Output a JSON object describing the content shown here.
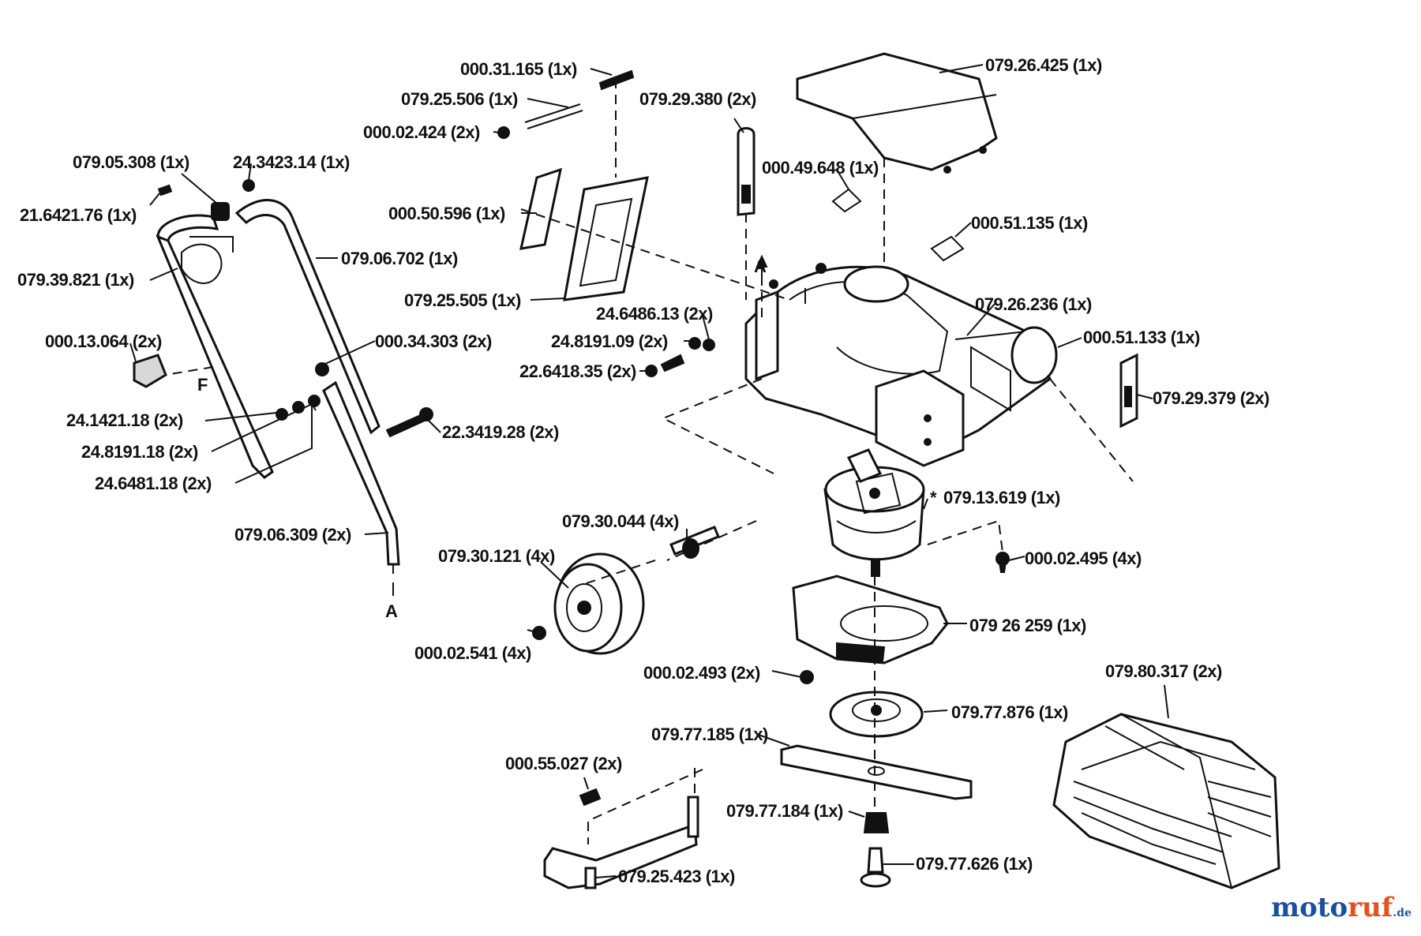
{
  "labels": {
    "p_000_31_165": "000.31.165 (1x)",
    "p_079_25_506": "079.25.506 (1x)",
    "p_000_02_424": "000.02.424 (2x)",
    "p_079_29_380": "079.29.380 (2x)",
    "p_079_26_425": "079.26.425 (1x)",
    "p_079_05_308": "079.05.308 (1x)",
    "p_24_3423_14": "24.3423.14 (1x)",
    "p_21_6421_76": "21.6421.76 (1x)",
    "p_000_49_648": "000.49.648 (1x)",
    "p_000_50_596": "000.50.596 (1x)",
    "p_000_51_135": "000.51.135 (1x)",
    "p_079_06_702": "079.06.702 (1x)",
    "p_079_39_821": "079.39.821 (1x)",
    "p_079_25_505": "079.25.505 (1x)",
    "p_079_26_236": "079.26.236 (1x)",
    "p_24_6486_13": "24.6486.13 (2x)",
    "p_000_51_133": "000.51.133 (1x)",
    "p_000_13_064": "000.13.064 (2x)",
    "p_000_34_303": "000.34.303 (2x)",
    "p_24_8191_09": "24.8191.09 (2x)",
    "p_22_6418_35": "22.6418.35 (2x)",
    "p_079_29_379": "079.29.379 (2x)",
    "p_24_1421_18": "24.1421.18 (2x)",
    "p_22_3419_28": "22.3419.28 (2x)",
    "p_24_8191_18": "24.8191.18 (2x)",
    "p_24_6481_18": "24.6481.18 (2x)",
    "p_079_13_619": "079.13.619 (1x)",
    "p_079_30_044": "079.30.044 (4x)",
    "p_079_06_309": "079.06.309 (2x)",
    "p_079_30_121": "079.30.121 (4x)",
    "p_000_02_495": "000.02.495 (4x)",
    "p_079_26_259": "079 26 259 (1x)",
    "p_000_02_541": "000.02.541 (4x)",
    "p_000_02_493": "000.02.493 (2x)",
    "p_079_80_317": "079.80.317 (2x)",
    "p_079_77_876": "079.77.876 (1x)",
    "p_079_77_185": "079.77.185 (1x)",
    "p_000_55_027": "000.55.027 (2x)",
    "p_079_77_184": "079.77.184 (1x)",
    "p_079_77_626": "079.77.626 (1x)",
    "p_079_25_423": "079.25.423 (1x)"
  },
  "markers": {
    "section_a_top": "A",
    "section_a_bottom": "A",
    "note_f": "F",
    "asterisk": "*"
  },
  "brand": {
    "name_start": "moto",
    "name_mid": "ruf",
    "tld": ".de"
  },
  "colors": {
    "ink": "#111111",
    "brand_blue": "#1e4f9c",
    "brand_orange": "#e0531c"
  }
}
